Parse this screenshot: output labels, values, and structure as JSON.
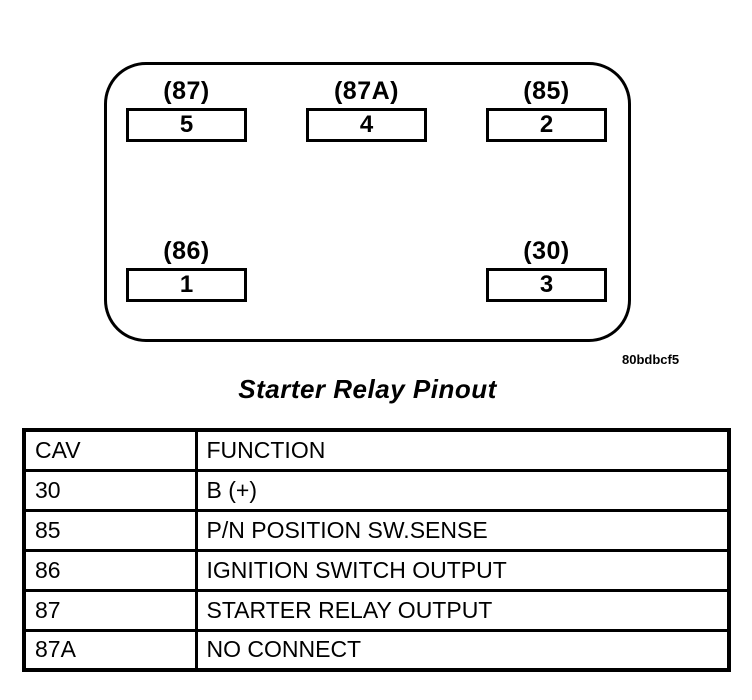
{
  "diagram": {
    "caption": "Starter Relay Pinout",
    "figure_code": "80bdbcf5",
    "pins": [
      {
        "cavity": "(87)",
        "number": "5"
      },
      {
        "cavity": "(87A)",
        "number": "4"
      },
      {
        "cavity": "(85)",
        "number": "2"
      },
      {
        "cavity": "(86)",
        "number": "1"
      },
      {
        "cavity": "(30)",
        "number": "3"
      }
    ]
  },
  "table": {
    "headers": [
      "CAV",
      "FUNCTION"
    ],
    "rows": [
      [
        "30",
        "B (+)"
      ],
      [
        "85",
        "P/N POSITION SW.SENSE"
      ],
      [
        "86",
        "IGNITION SWITCH OUTPUT"
      ],
      [
        "87",
        "STARTER RELAY OUTPUT"
      ],
      [
        "87A",
        "NO CONNECT"
      ]
    ]
  },
  "colors": {
    "line": "#000000",
    "background": "#ffffff"
  }
}
